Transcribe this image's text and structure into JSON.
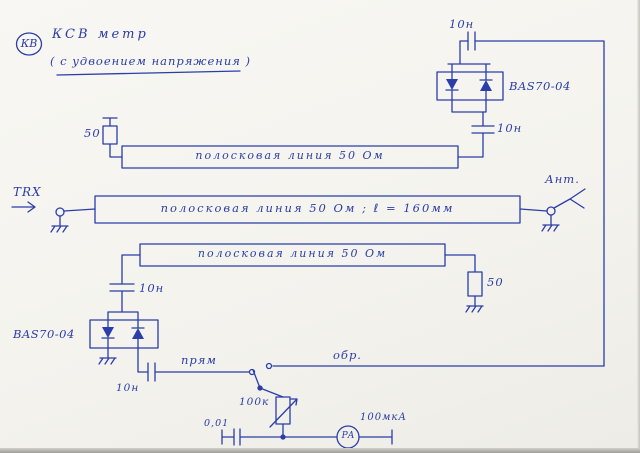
{
  "paper": {
    "ink": "#2b3da8",
    "bg": "#edece6"
  },
  "header": {
    "badge": "КВ",
    "title": "КСВ метр",
    "subtitle": "( с удвоением напряжения )"
  },
  "ports": {
    "trx": "TRX",
    "antenna": "Ант."
  },
  "striplines": {
    "upper": "полосковая линия 50 Ом",
    "main": "полосковая  линия   50 Ом ;  ℓ = 160мм",
    "lower": "полосковая  линия   50  Ом"
  },
  "top_detector": {
    "coupling_cap": "10н",
    "diode_pair": "BAS70-04",
    "filter_cap": "10н",
    "terminator": "50"
  },
  "bottom_detector": {
    "filter_cap": "10н",
    "terminator": "50",
    "diode_pair": "BAS70-04",
    "coupling_cap": "10н"
  },
  "meter_circuit": {
    "forward_label": "прям",
    "reverse_label": "обр.",
    "potentiometer": "100к",
    "shunt_cap": "0,01",
    "meter": "РА",
    "full_scale": "100мкА"
  }
}
